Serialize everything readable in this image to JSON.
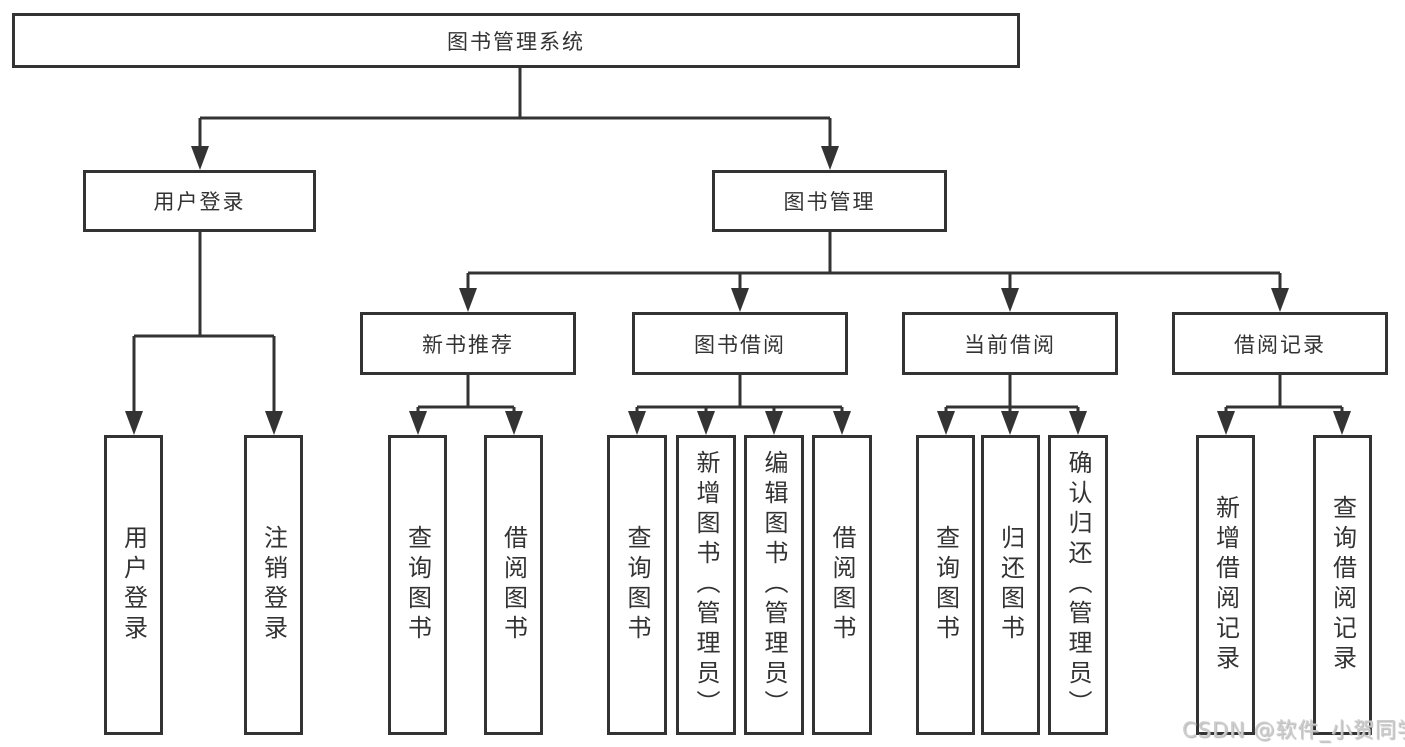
{
  "diagram": {
    "root": {
      "label": "图书管理系统"
    },
    "level2": [
      {
        "label": "用户登录"
      },
      {
        "label": "图书管理"
      }
    ],
    "level3": [
      {
        "label": "新书推荐"
      },
      {
        "label": "图书借阅"
      },
      {
        "label": "当前借阅"
      },
      {
        "label": "借阅记录"
      }
    ],
    "leaves": {
      "user_login": [
        {
          "label": "用户登录"
        },
        {
          "label": "注销登录"
        }
      ],
      "new_book": [
        {
          "label": "查询图书"
        },
        {
          "label": "借阅图书"
        }
      ],
      "book_borrow": [
        {
          "label": "查询图书"
        },
        {
          "label": "新增图书（管理员）"
        },
        {
          "label": "编辑图书（管理员）"
        },
        {
          "label": "借阅图书"
        }
      ],
      "current_borrow": [
        {
          "label": "查询图书"
        },
        {
          "label": "归还图书"
        },
        {
          "label": "确认归还（管理员）"
        }
      ],
      "borrow_records": [
        {
          "label": "新增借阅记录"
        },
        {
          "label": "查询借阅记录"
        }
      ]
    }
  },
  "watermark": {
    "text": "CSDN @软件_小贺同学"
  },
  "colors": {
    "line": "#333333",
    "text": "#333333",
    "background": "#ffffff",
    "watermark": "#cccccc"
  }
}
